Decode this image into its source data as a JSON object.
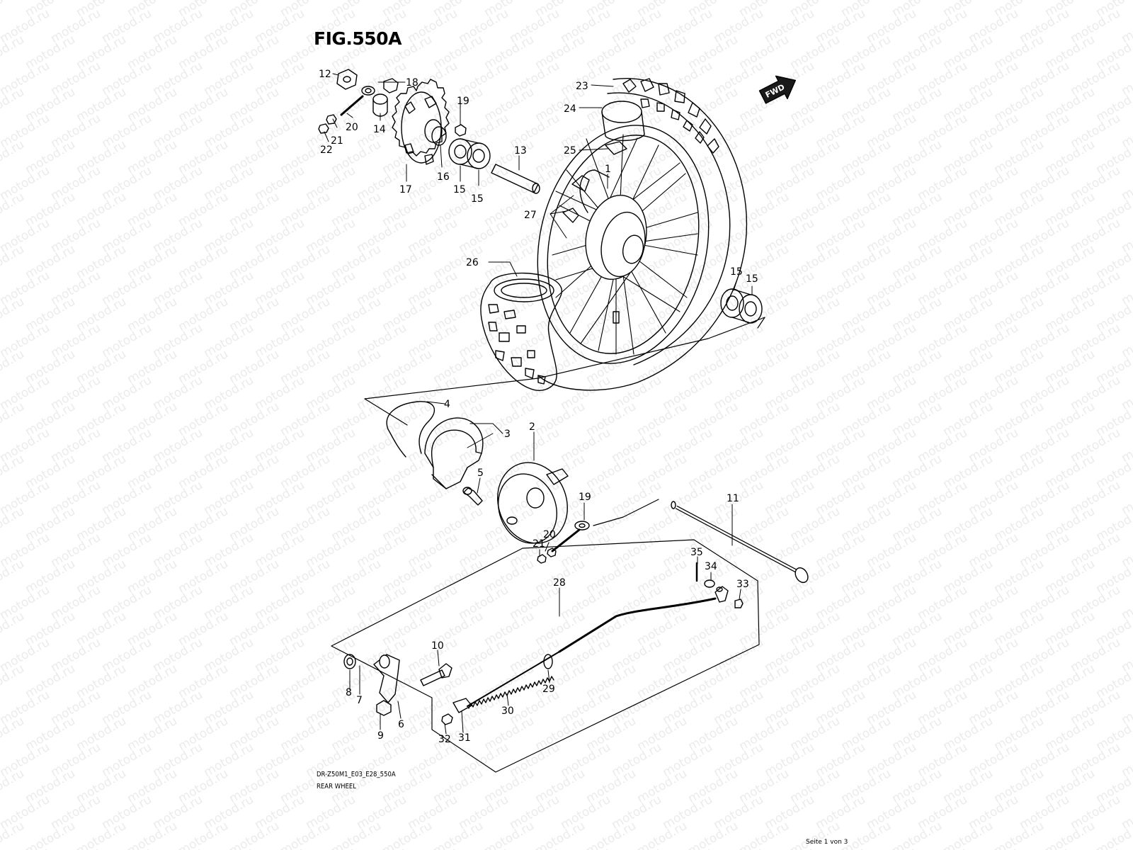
{
  "figure": {
    "title": "FIG.550A",
    "model_code": "DR-Z50M1_E03_E28_550A",
    "caption": "REAR WHEEL",
    "page_indicator": "Seite 1 von 3",
    "direction_label": "FWD",
    "watermark": "motod.ru"
  },
  "callouts": [
    {
      "id": "c12",
      "label": "12"
    },
    {
      "id": "c18",
      "label": "18"
    },
    {
      "id": "c19a",
      "label": "19"
    },
    {
      "id": "c20a",
      "label": "20"
    },
    {
      "id": "c21a",
      "label": "21"
    },
    {
      "id": "c22",
      "label": "22"
    },
    {
      "id": "c14",
      "label": "14"
    },
    {
      "id": "c17",
      "label": "17"
    },
    {
      "id": "c16",
      "label": "16"
    },
    {
      "id": "c15a",
      "label": "15"
    },
    {
      "id": "c15b",
      "label": "15"
    },
    {
      "id": "c13",
      "label": "13"
    },
    {
      "id": "c23",
      "label": "23"
    },
    {
      "id": "c24",
      "label": "24"
    },
    {
      "id": "c25",
      "label": "25"
    },
    {
      "id": "c1",
      "label": "1"
    },
    {
      "id": "c27",
      "label": "27"
    },
    {
      "id": "c26",
      "label": "26"
    },
    {
      "id": "c15c",
      "label": "15"
    },
    {
      "id": "c15d",
      "label": "15"
    },
    {
      "id": "c4",
      "label": "4"
    },
    {
      "id": "c3",
      "label": "3"
    },
    {
      "id": "c2",
      "label": "2"
    },
    {
      "id": "c5",
      "label": "5"
    },
    {
      "id": "c19b",
      "label": "19"
    },
    {
      "id": "c11",
      "label": "11"
    },
    {
      "id": "c20b",
      "label": "20"
    },
    {
      "id": "c21b",
      "label": "21"
    },
    {
      "id": "c35",
      "label": "35"
    },
    {
      "id": "c34",
      "label": "34"
    },
    {
      "id": "c33",
      "label": "33"
    },
    {
      "id": "c28",
      "label": "28"
    },
    {
      "id": "c10",
      "label": "10"
    },
    {
      "id": "c8",
      "label": "8"
    },
    {
      "id": "c7",
      "label": "7"
    },
    {
      "id": "c29",
      "label": "29"
    },
    {
      "id": "c30",
      "label": "30"
    },
    {
      "id": "c9",
      "label": "9"
    },
    {
      "id": "c6",
      "label": "6"
    },
    {
      "id": "c32",
      "label": "32"
    },
    {
      "id": "c31",
      "label": "31"
    }
  ]
}
